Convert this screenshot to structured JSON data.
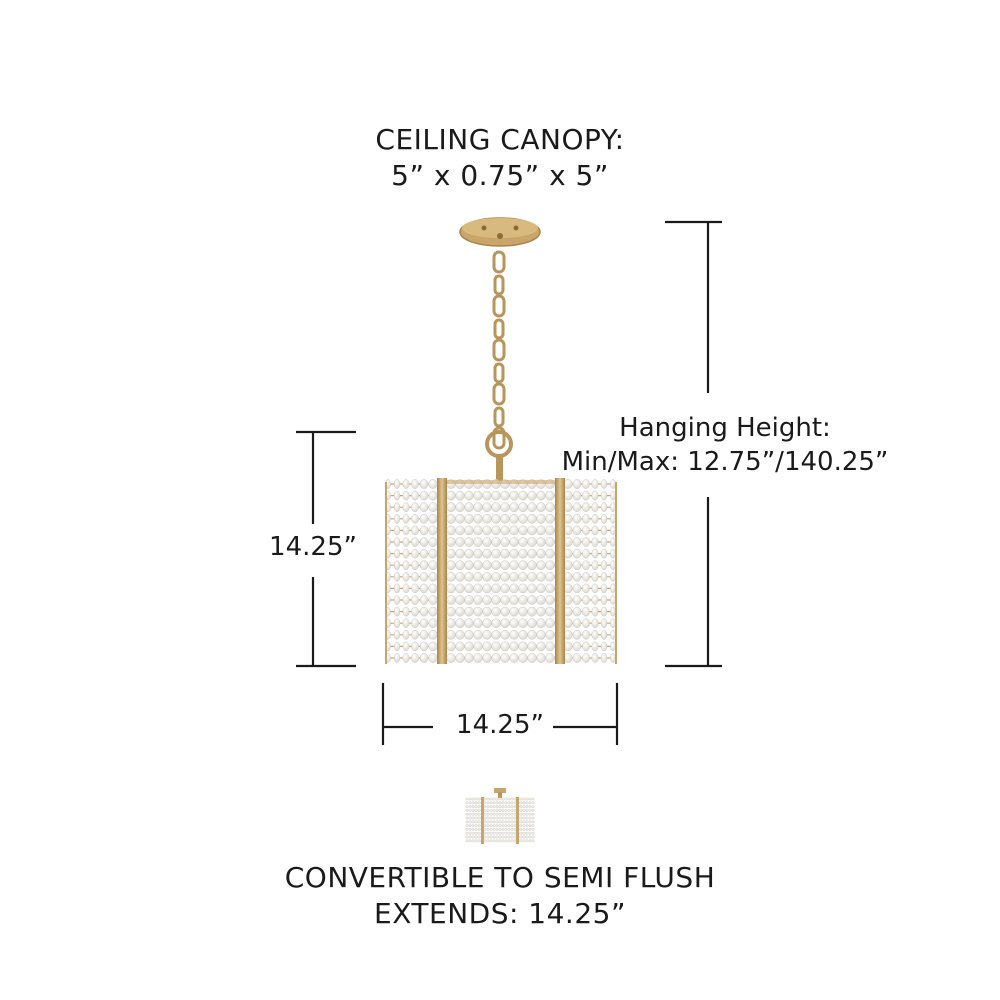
{
  "canopy": {
    "title": "CEILING CANOPY:",
    "dimensions": "5” x 0.75” x 5”"
  },
  "hanging": {
    "label": "Hanging Height:",
    "values": "Min/Max: 12.75”/140.25”"
  },
  "fixture": {
    "height": "14.25”",
    "width": "14.25”"
  },
  "semi_flush": {
    "title": "CONVERTIBLE TO SEMI FLUSH",
    "extends": "EXTENDS: 14.25”"
  },
  "colors": {
    "line": "#1a1a1a",
    "brass": "#c9a56a",
    "brass_dark": "#a8844c",
    "bead": "#f4f3ef"
  },
  "icons": [
    "pendant-light-drawing",
    "semi-flush-light-thumbnail"
  ]
}
